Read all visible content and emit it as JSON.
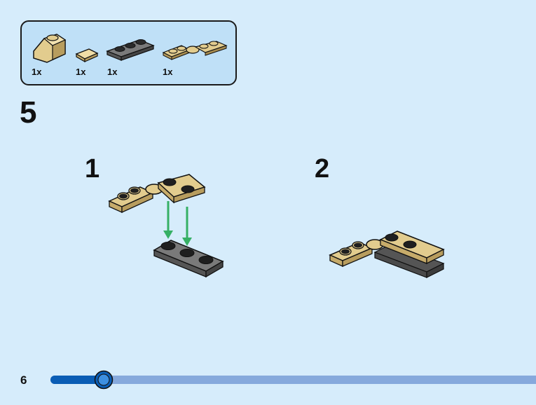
{
  "parts_list": {
    "items": [
      {
        "name": "tan-slope-brick",
        "qty": "1x"
      },
      {
        "name": "tan-tile",
        "qty": "1x"
      },
      {
        "name": "dark-gray-plate-1x3",
        "qty": "1x"
      },
      {
        "name": "tan-hinge-plate",
        "qty": "1x"
      }
    ]
  },
  "step": {
    "number": "5"
  },
  "substeps": [
    {
      "number": "1"
    },
    {
      "number": "2"
    }
  ],
  "page": {
    "number": "6"
  },
  "progress": {
    "fraction": 0.11
  },
  "colors": {
    "background": "#d6ecfb",
    "parts_box": "#bfe0f7",
    "tan": "#e2cc8e",
    "dark_gray": "#6b6b6b",
    "stud_black": "#1f1f1f",
    "arrow_green": "#36b065",
    "progress_dark": "#0a5db5",
    "progress_light": "#86a9dc"
  }
}
